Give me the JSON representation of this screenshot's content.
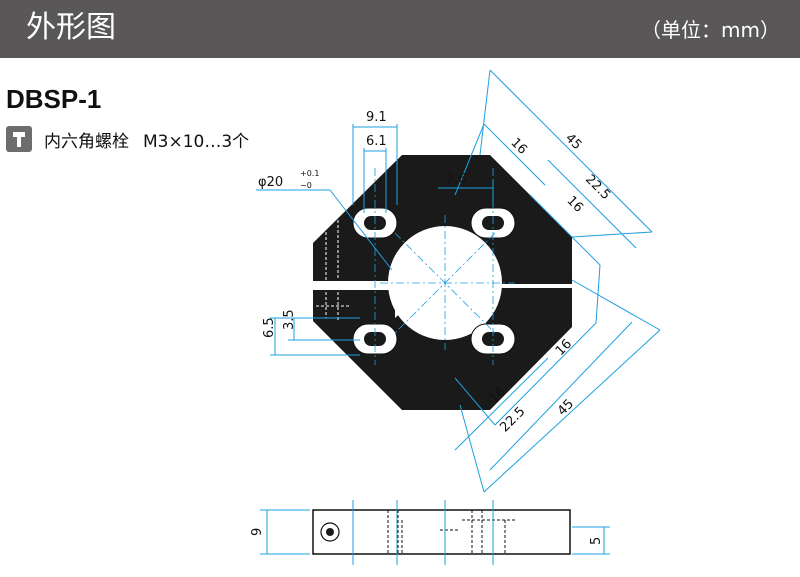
{
  "header": {
    "title": "外形图",
    "unit": "（单位：mm）"
  },
  "model": "DBSP-1",
  "bolt": {
    "icon": "hex-socket-bolt-icon",
    "label": "内六角螺栓",
    "spec": "M3×10…3个"
  },
  "dimensions": {
    "slot_outer": "9.1",
    "slot_inner": "6.1",
    "bore_diameter": "φ20",
    "bore_tol_upper": "+0.1",
    "bore_tol_lower": "−0",
    "offset": "2.6",
    "d16_top": "16",
    "d45_top": "45",
    "d22_5_top": "22.5",
    "d16_right": "16",
    "d16_lower_right": "16",
    "d45_bottom": "45",
    "d22_5_bottom": "22.5",
    "d16_bottom": "16",
    "d6_5": "6.5",
    "d3_5": "3.5",
    "thickness": "9",
    "step": "5"
  },
  "colors": {
    "header_bg": "#595757",
    "dimension_line": "#1ea0e0",
    "part_fill": "#1a1a1a"
  }
}
